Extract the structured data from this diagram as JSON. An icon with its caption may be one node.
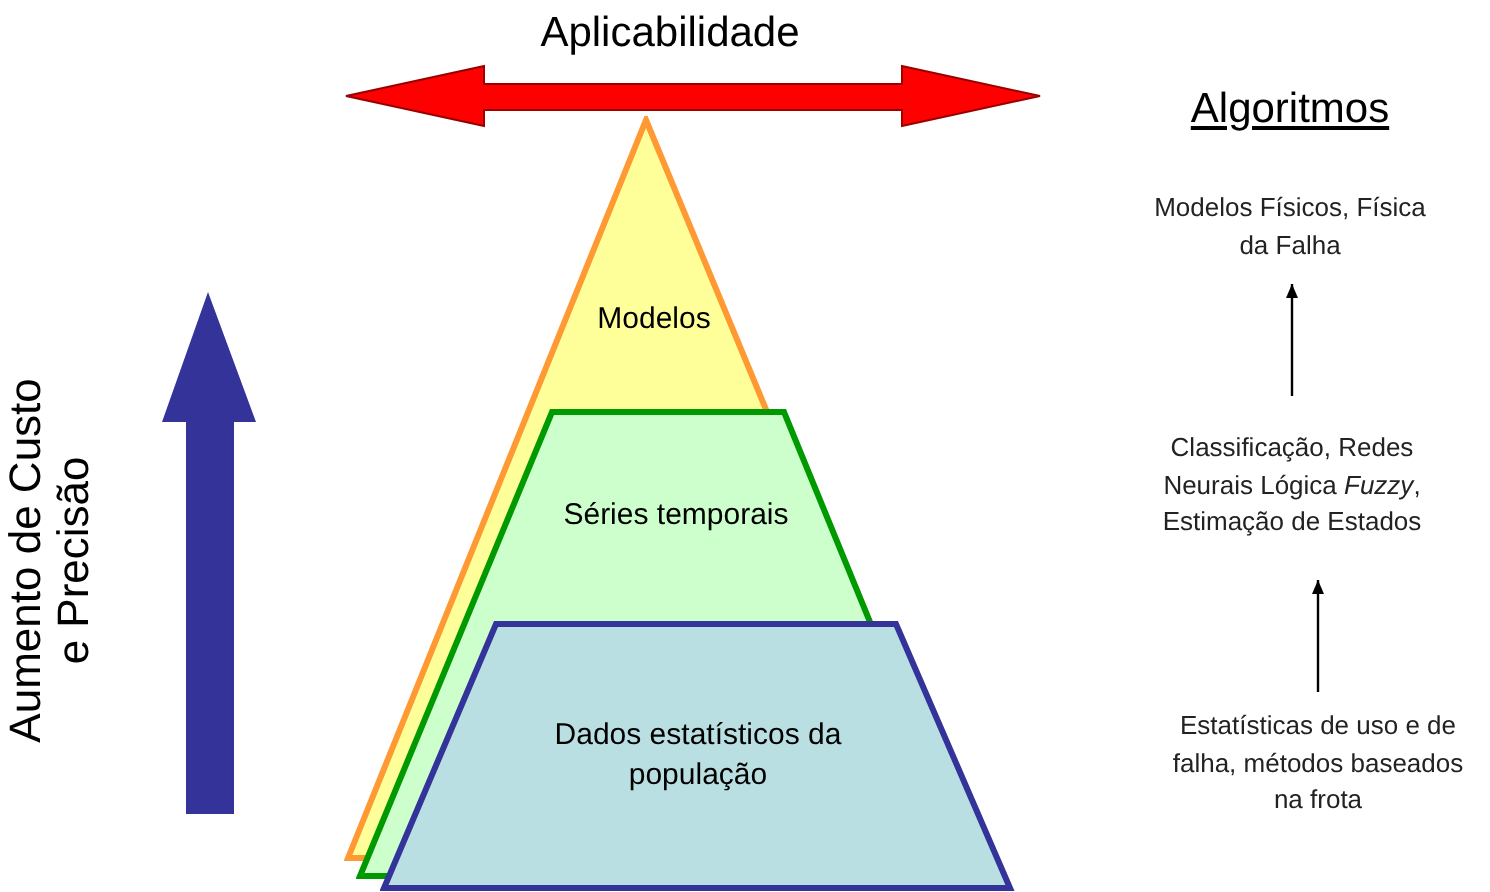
{
  "diagram": {
    "nodes": [
      {
        "text": [
          "Modelos"
        ]
      },
      {
        "text": [
          "Séries temporais"
        ]
      },
      {
        "text": [
          "Dados estatísticos da população"
        ]
      },
      {
        "text": [
          "Modelos Físicos, Física da Falha"
        ]
      },
      {
        "text": [
          "Classificação, Redes Neurais Lógica *Fuzzy*, Estimação de Estados"
        ]
      },
      {
        "text": [
          "Estatísticas de uso e de falha, métodos baseados na frota"
        ]
      }
    ],
    "edges": [
      {
        "from": 4,
        "to": 3,
        "arrow": "to"
      },
      {
        "from": 5,
        "to": 4,
        "arrow": "to"
      }
    ],
    "labels": [
      "Aplicabilidade",
      "Algoritmos",
      "Aumento de Custo e Precisão"
    ]
  }
}
